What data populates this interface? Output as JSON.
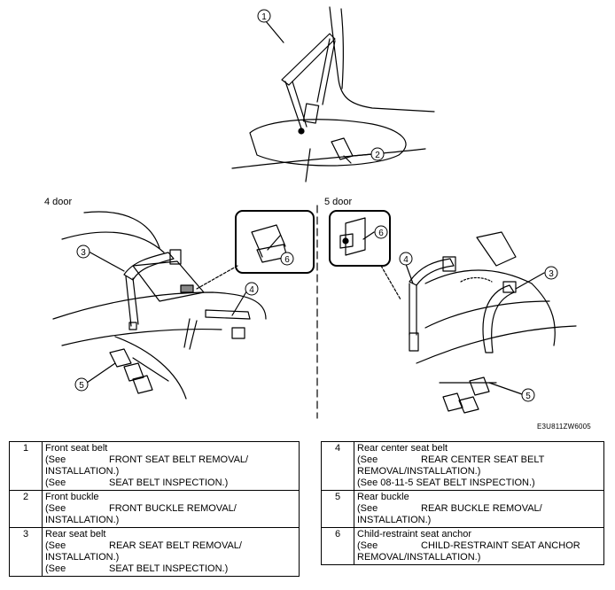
{
  "views": {
    "four_door": "4 door",
    "five_door": "5 door"
  },
  "figure_code": "E3U811ZW6005",
  "callouts": [
    "1",
    "2",
    "3",
    "4",
    "5",
    "6"
  ],
  "legend_left": [
    {
      "num": "1",
      "title": "Front seat belt",
      "lines": [
        {
          "see": "(See",
          "text": "FRONT SEAT BELT REMOVAL/"
        },
        {
          "see": "",
          "text": "INSTALLATION.)"
        },
        {
          "see": "(See",
          "text": "SEAT BELT INSPECTION.)"
        }
      ]
    },
    {
      "num": "2",
      "title": "Front buckle",
      "lines": [
        {
          "see": "(See",
          "text": "FRONT BUCKLE REMOVAL/"
        },
        {
          "see": "",
          "text": "INSTALLATION.)"
        }
      ]
    },
    {
      "num": "3",
      "title": "Rear seat belt",
      "lines": [
        {
          "see": "(See",
          "text": "REAR SEAT BELT REMOVAL/"
        },
        {
          "see": "",
          "text": "INSTALLATION.)"
        },
        {
          "see": "(See",
          "text": "SEAT BELT INSPECTION.)"
        }
      ]
    }
  ],
  "legend_right": [
    {
      "num": "4",
      "title": "Rear center seat belt",
      "lines": [
        {
          "see": "(See",
          "text": "REAR CENTER SEAT BELT"
        },
        {
          "see": "",
          "text": "REMOVAL/INSTALLATION.)"
        },
        {
          "see": "",
          "text": "(See 08-11-5 SEAT BELT INSPECTION.)"
        }
      ]
    },
    {
      "num": "5",
      "title": "Rear buckle",
      "lines": [
        {
          "see": "(See",
          "text": "REAR BUCKLE REMOVAL/"
        },
        {
          "see": "",
          "text": "INSTALLATION.)"
        }
      ]
    },
    {
      "num": "6",
      "title": "Child-restraint seat anchor",
      "lines": [
        {
          "see": "(See",
          "text": "CHILD-RESTRAINT SEAT ANCHOR"
        },
        {
          "see": "",
          "text": "REMOVAL/INSTALLATION.)"
        }
      ]
    }
  ]
}
